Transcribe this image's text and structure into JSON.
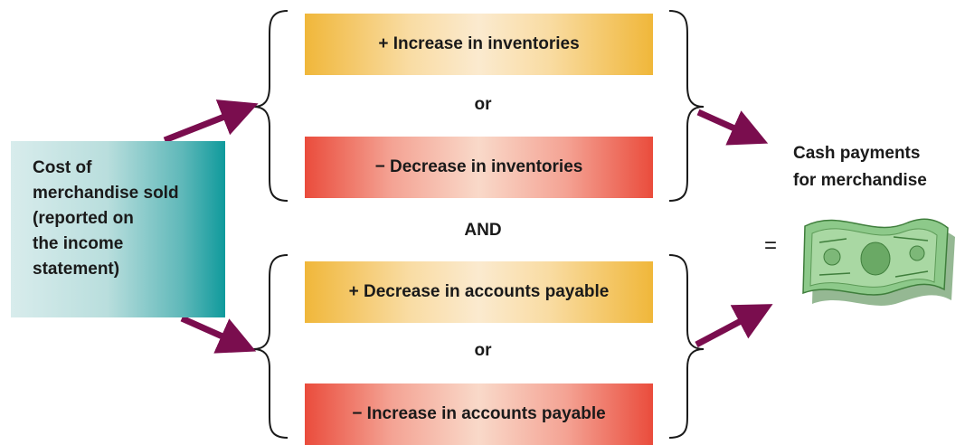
{
  "source": {
    "label": "Cost of\nmerchandise sold\n(reported on\nthe income\nstatement)"
  },
  "top_group": {
    "option_plus": "+ Increase in inventories",
    "connector": "or",
    "option_minus": "− Decrease in inventories"
  },
  "group_connector": "AND",
  "bottom_group": {
    "option_plus": "+ Decrease in accounts payable",
    "connector": "or",
    "option_minus": "− Increase in accounts payable"
  },
  "result": {
    "label": "Cash payments\nfor merchandise",
    "equals": "=",
    "image": "dollar-bills-icon"
  },
  "colors": {
    "arrow": "#7a0d4e",
    "source_gradient_end": "#0f9a9c",
    "plus_box": "#f0b73a",
    "minus_box": "#ea4c3c",
    "money_green": "#5fae5b"
  }
}
